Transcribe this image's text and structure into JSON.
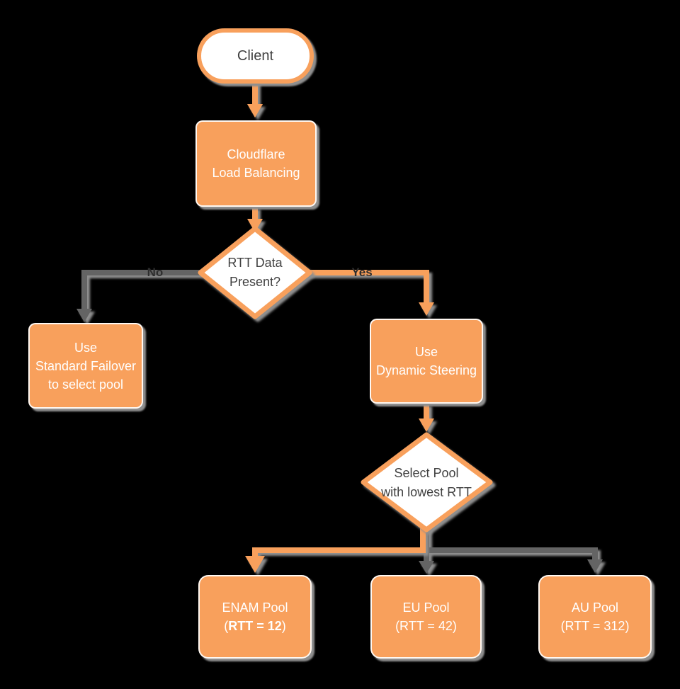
{
  "colors": {
    "background": "#000000",
    "orange": "#F8A05C",
    "gray_line": "#646464",
    "shadow": "#8F8F8F",
    "dark_text": "#414141",
    "white_text": "#FFFFFF",
    "label_text": "#2E2E2E"
  },
  "nodes": {
    "client": {
      "label": "Client"
    },
    "load_balancer": {
      "label": "Cloudflare\nLoad Balancing"
    },
    "rtt_decision": {
      "label": "RTT Data\nPresent?"
    },
    "standard_failover": {
      "label": "Use\nStandard Failover\nto select pool"
    },
    "dynamic_steering": {
      "label": "Use\nDynamic Steering"
    },
    "pool_decision": {
      "label": "Select Pool\nwith lowest RTT"
    },
    "enam_pool": {
      "title": "ENAM Pool",
      "detail_prefix": "(",
      "detail_bold": "RTT = 12",
      "detail_suffix": ")"
    },
    "eu_pool": {
      "title": "EU Pool",
      "detail": "(RTT = 42)"
    },
    "au_pool": {
      "title": "AU Pool",
      "detail": "(RTT = 312)"
    }
  },
  "edges": {
    "no_label": "No",
    "yes_label": "Yes"
  }
}
